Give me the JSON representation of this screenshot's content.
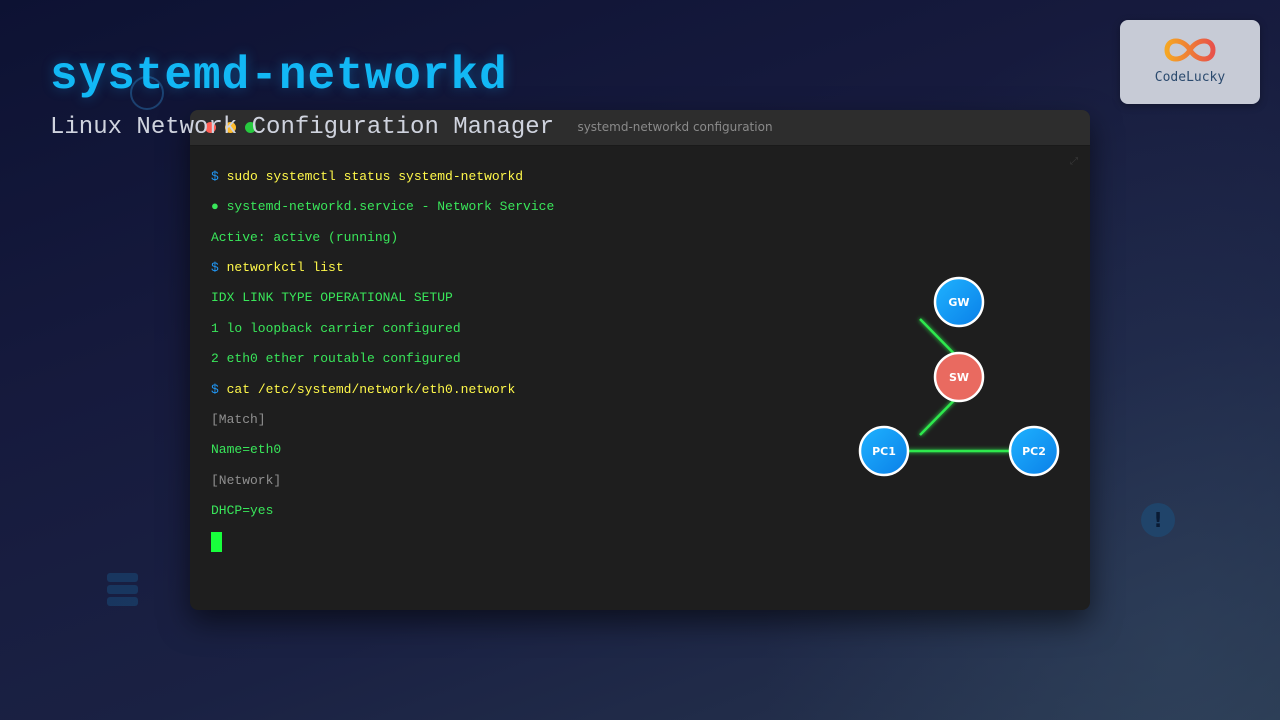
{
  "header": {
    "title": "systemd-networkd",
    "subtitle": "Linux Network Configuration Manager"
  },
  "logo": {
    "text": "CodeLucky"
  },
  "terminal": {
    "window_title": "systemd-networkd configuration",
    "lines": [
      {
        "prompt": "$",
        "text": "sudo systemctl status systemd-networkd"
      },
      {
        "text": "● systemd-networkd.service - Network Service"
      },
      {
        "text": "Active: active (running)"
      },
      {
        "prompt": "$",
        "text": "networkctl list"
      },
      {
        "text": "IDX LINK TYPE OPERATIONAL SETUP"
      },
      {
        "text": "1 lo loopback carrier configured"
      },
      {
        "text": "2 eth0 ether routable configured"
      },
      {
        "prompt": "$",
        "text": "cat /etc/systemd/network/eth0.network"
      },
      {
        "text": "[Match]"
      },
      {
        "text": "Name=eth0"
      },
      {
        "text": "[Network]"
      },
      {
        "text": "DHCP=yes"
      },
      {
        "prompt": "$",
        "text": ""
      }
    ]
  },
  "topology": {
    "nodes": [
      {
        "id": "GW",
        "label": "GW",
        "color": "#0a8ef0"
      },
      {
        "id": "SW",
        "label": "SW",
        "color": "#e96a60"
      },
      {
        "id": "PC1",
        "label": "PC1",
        "color": "#0a8ef0"
      },
      {
        "id": "PC2",
        "label": "PC2",
        "color": "#0a8ef0"
      }
    ],
    "link_color": "#2ee84d"
  },
  "colors": {
    "title": "#12b8f5",
    "prompt": "#2196f3",
    "command": "#fff84a",
    "output": "#39e65a",
    "config_section": "#8f8f8f",
    "cursor": "#18ff3c"
  }
}
